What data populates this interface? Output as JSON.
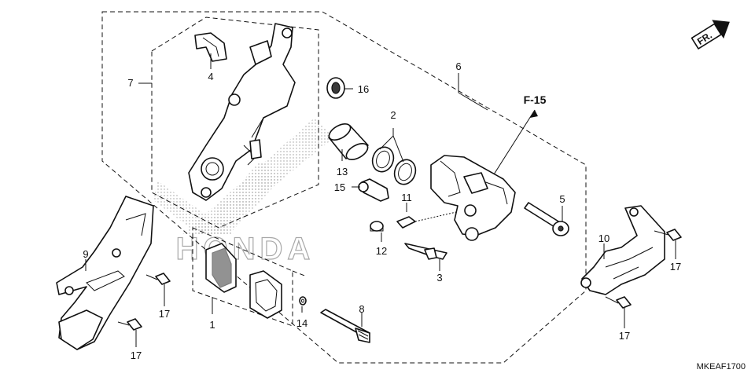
{
  "diagram": {
    "callouts": {
      "c1": "1",
      "c2": "2",
      "c3": "3",
      "c4": "4",
      "c5": "5",
      "c6": "6",
      "c7": "7",
      "c8": "8",
      "c9": "9",
      "c10": "10",
      "c11": "11",
      "c12": "12",
      "c13": "13",
      "c14": "14",
      "c15": "15",
      "c16": "16",
      "c17a": "17",
      "c17b": "17",
      "c17c": "17",
      "c17d": "17"
    },
    "reference": "F-15",
    "direction_marker": "FR.",
    "watermark": "HONDA",
    "diagram_code": "MKEAF1700"
  }
}
